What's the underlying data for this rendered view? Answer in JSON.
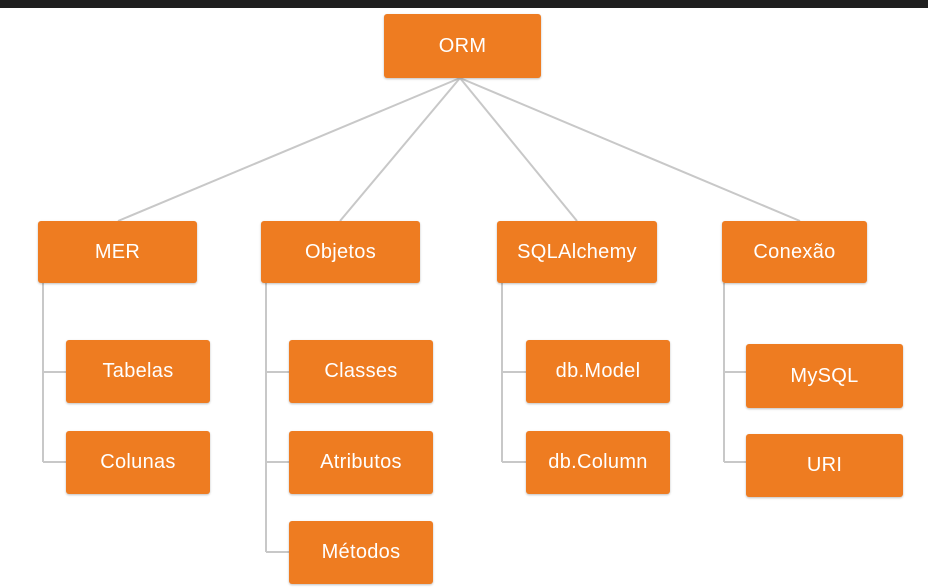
{
  "diagram": {
    "root": {
      "label": "ORM"
    },
    "categories": [
      {
        "label": "MER",
        "children": [
          "Tabelas",
          "Colunas"
        ]
      },
      {
        "label": "Objetos",
        "children": [
          "Classes",
          "Atributos",
          "Métodos"
        ]
      },
      {
        "label": "SQLAlchemy",
        "children": [
          "db.Model",
          "db.Column"
        ]
      },
      {
        "label": "Conexão",
        "children": [
          "MySQL",
          "URI"
        ]
      }
    ]
  },
  "colors": {
    "box": "#ee7c21",
    "text": "#ffffff",
    "connector": "#c8c8c8",
    "topbar": "#1f1f1f"
  }
}
